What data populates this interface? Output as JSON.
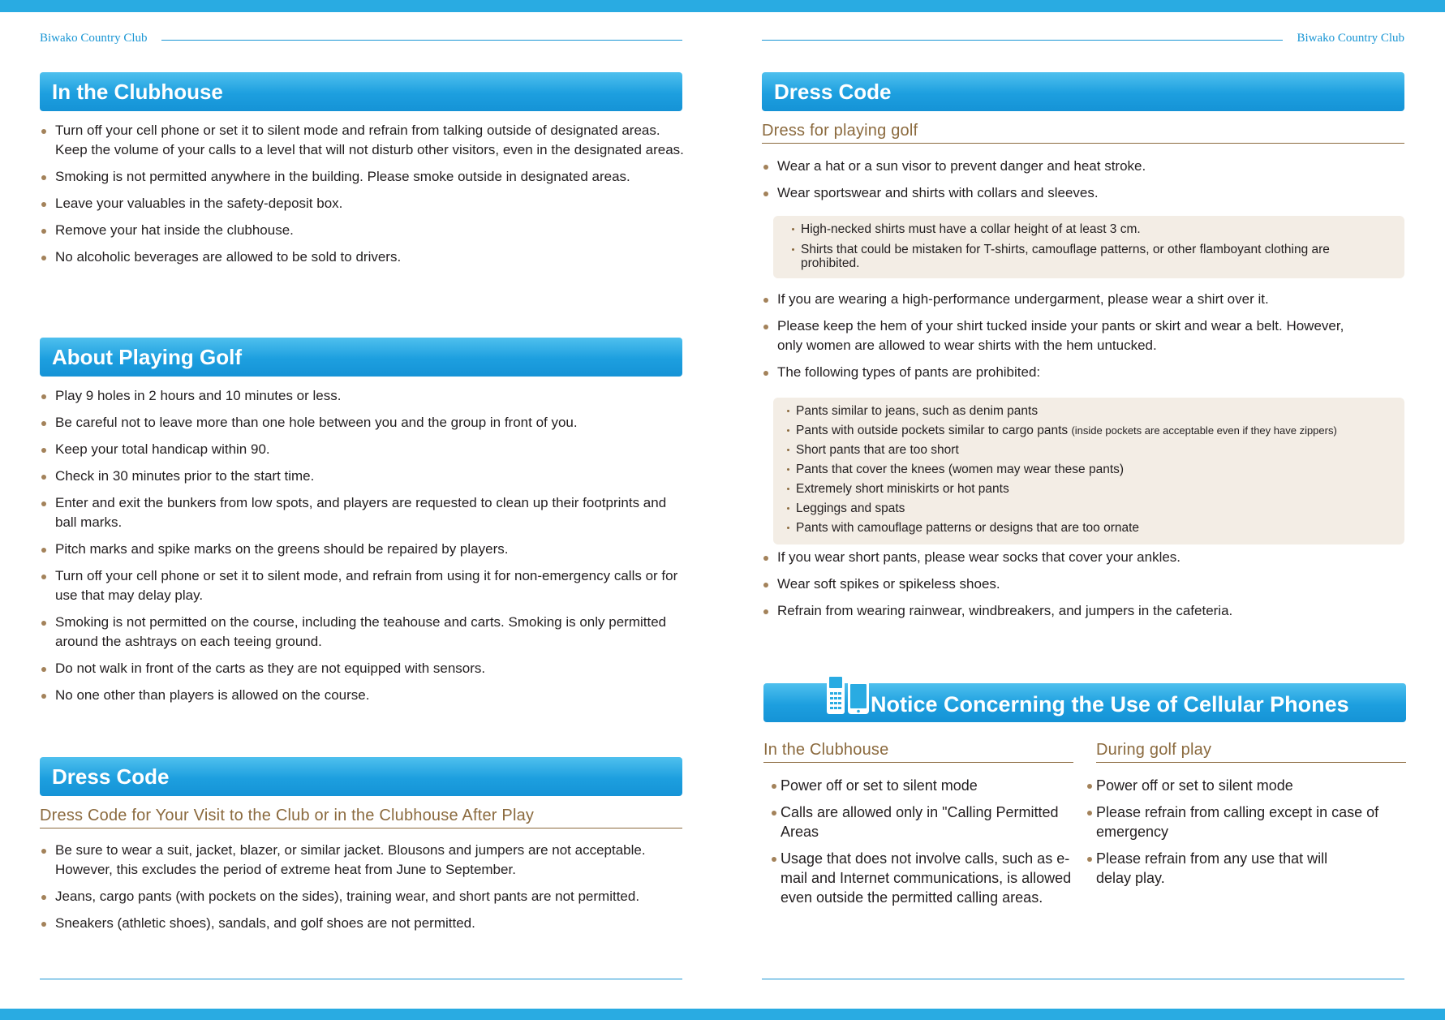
{
  "header": {
    "club_name": "Biwako Country Club"
  },
  "left": {
    "clubhouse": {
      "title": "In the Clubhouse",
      "items": [
        "Turn off your cell phone or set it to silent mode and refrain from talking outside of designated areas. Keep the volume of your calls to a level that will not disturb other visitors, even in the designated areas.",
        "Smoking is not permitted anywhere in the building. Please smoke outside in designated areas.",
        "Leave your valuables in the safety-deposit box.",
        "Remove your hat inside the clubhouse.",
        "No alcoholic beverages are allowed to be sold to drivers."
      ]
    },
    "golf": {
      "title": "About Playing Golf",
      "items": [
        "Play 9 holes in 2 hours and 10 minutes or less.",
        "Be careful not to leave more than one hole between you and the group in front of you.",
        "Keep your total handicap within 90.",
        "Check in 30 minutes prior to the start time.",
        "Enter and exit the bunkers from low spots, and players are requested to clean up their footprints and ball marks.",
        "Pitch marks and spike marks on the greens should be repaired by players.",
        "Turn off your cell phone or set it to silent mode, and refrain from using it for non-emergency calls or for use that may delay play.",
        "Smoking is not permitted on the course, including the teahouse and carts. Smoking is only permitted around the ashtrays on each teeing ground.",
        "Do not walk in front of the carts as they are not equipped with sensors.",
        "No one other than players is allowed on the course."
      ]
    },
    "dress": {
      "title": "Dress Code",
      "subtitle": "Dress Code for Your Visit to the Club or in the Clubhouse After Play",
      "items": [
        "Be sure to wear a suit, jacket, blazer, or similar jacket. Blousons and jumpers are not acceptable. However, this excludes the period of extreme heat from June to September.",
        "Jeans, cargo pants (with pockets on the sides), training wear, and short pants are not permitted.",
        "Sneakers (athletic shoes), sandals, and golf shoes are not permitted."
      ]
    }
  },
  "right": {
    "dress": {
      "title": "Dress Code",
      "subtitle": "Dress for playing golf",
      "items_a": [
        "Wear a hat or a sun visor to prevent danger and heat stroke.",
        "Wear sportswear and shirts with collars and sleeves."
      ],
      "note1": [
        "High-necked shirts must have a collar height of at least 3 cm.",
        "Shirts that could be mistaken for T-shirts, camouflage patterns, or other flamboyant clothing are prohibited."
      ],
      "items_b": [
        "If you are wearing a high-performance undergarment, please wear a shirt over it.",
        "Please keep the hem of your shirt tucked inside your pants or skirt and wear a belt. However, only women are allowed to wear shirts with the hem untucked.",
        "The following types of pants are prohibited:"
      ],
      "note2": {
        "p1": "Pants similar to jeans, such as denim pants",
        "p2": "Pants with outside pockets similar to cargo pants",
        "p2_small": "(inside pockets are acceptable even if they have zippers)",
        "p3": "Short pants that are too short",
        "p4": "Pants that cover the knees (women may wear these pants)",
        "p5": "Extremely short miniskirts or hot pants",
        "p6": "Leggings and spats",
        "p7": "Pants with camouflage patterns or designs that are too ornate"
      },
      "items_c": [
        "If you wear short pants, please wear socks that cover your ankles.",
        "Wear soft spikes or spikeless shoes.",
        "Refrain from wearing rainwear, windbreakers, and jumpers in the cafeteria."
      ]
    },
    "phones": {
      "title": "Notice Concerning the Use of Cellular Phones",
      "icon": "mobile-phones-icon",
      "clubhouse": {
        "title": "In the Clubhouse",
        "items": [
          "Power off or set to silent mode",
          "Calls are allowed only in \"Calling Permitted Areas",
          "Usage that does not involve calls, such as e-mail and Internet communications, is allowed even outside the permitted calling areas."
        ]
      },
      "play": {
        "title": "During golf play",
        "items": [
          "Power off or set to silent mode",
          "Please refrain from calling except in case of emergency",
          "Please refrain from any use that will delay play."
        ]
      }
    }
  }
}
